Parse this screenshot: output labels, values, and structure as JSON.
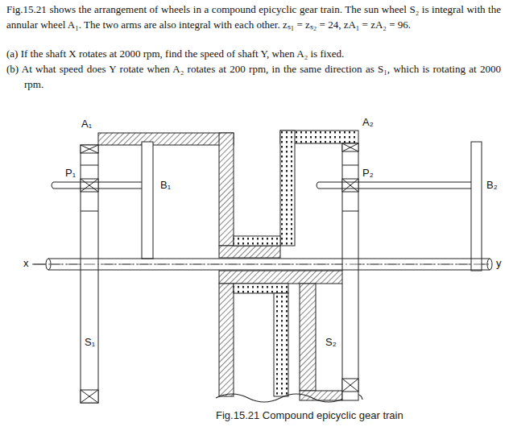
{
  "diagram": {
    "caption": "Fig.15.21 Compound epicyclic gear train",
    "labels": [
      "Fig.15.21 shows the arrangement of wheels in a compound epicyclic gear train. The sun wheel S₂ is integral with the annular wheel A₁. The two arms are also integral with each other. zₛ₁ = zₛ₂ = 24, zA₁ = zA₂ = 96.",
      "(a) If the shaft X rotates at 2000 rpm, find the speed of shaft Y, when A₂ is fixed.",
      "(b) At what speed does Y rotate when A₂ rotates at 200 rpm, in the same direction as S₁, which is rotating at 2000 rpm.",
      "A₁",
      "P₁",
      "B₁",
      "A₂",
      "P₂",
      "B₂",
      "S₁",
      "S₂",
      "x",
      "y"
    ]
  }
}
